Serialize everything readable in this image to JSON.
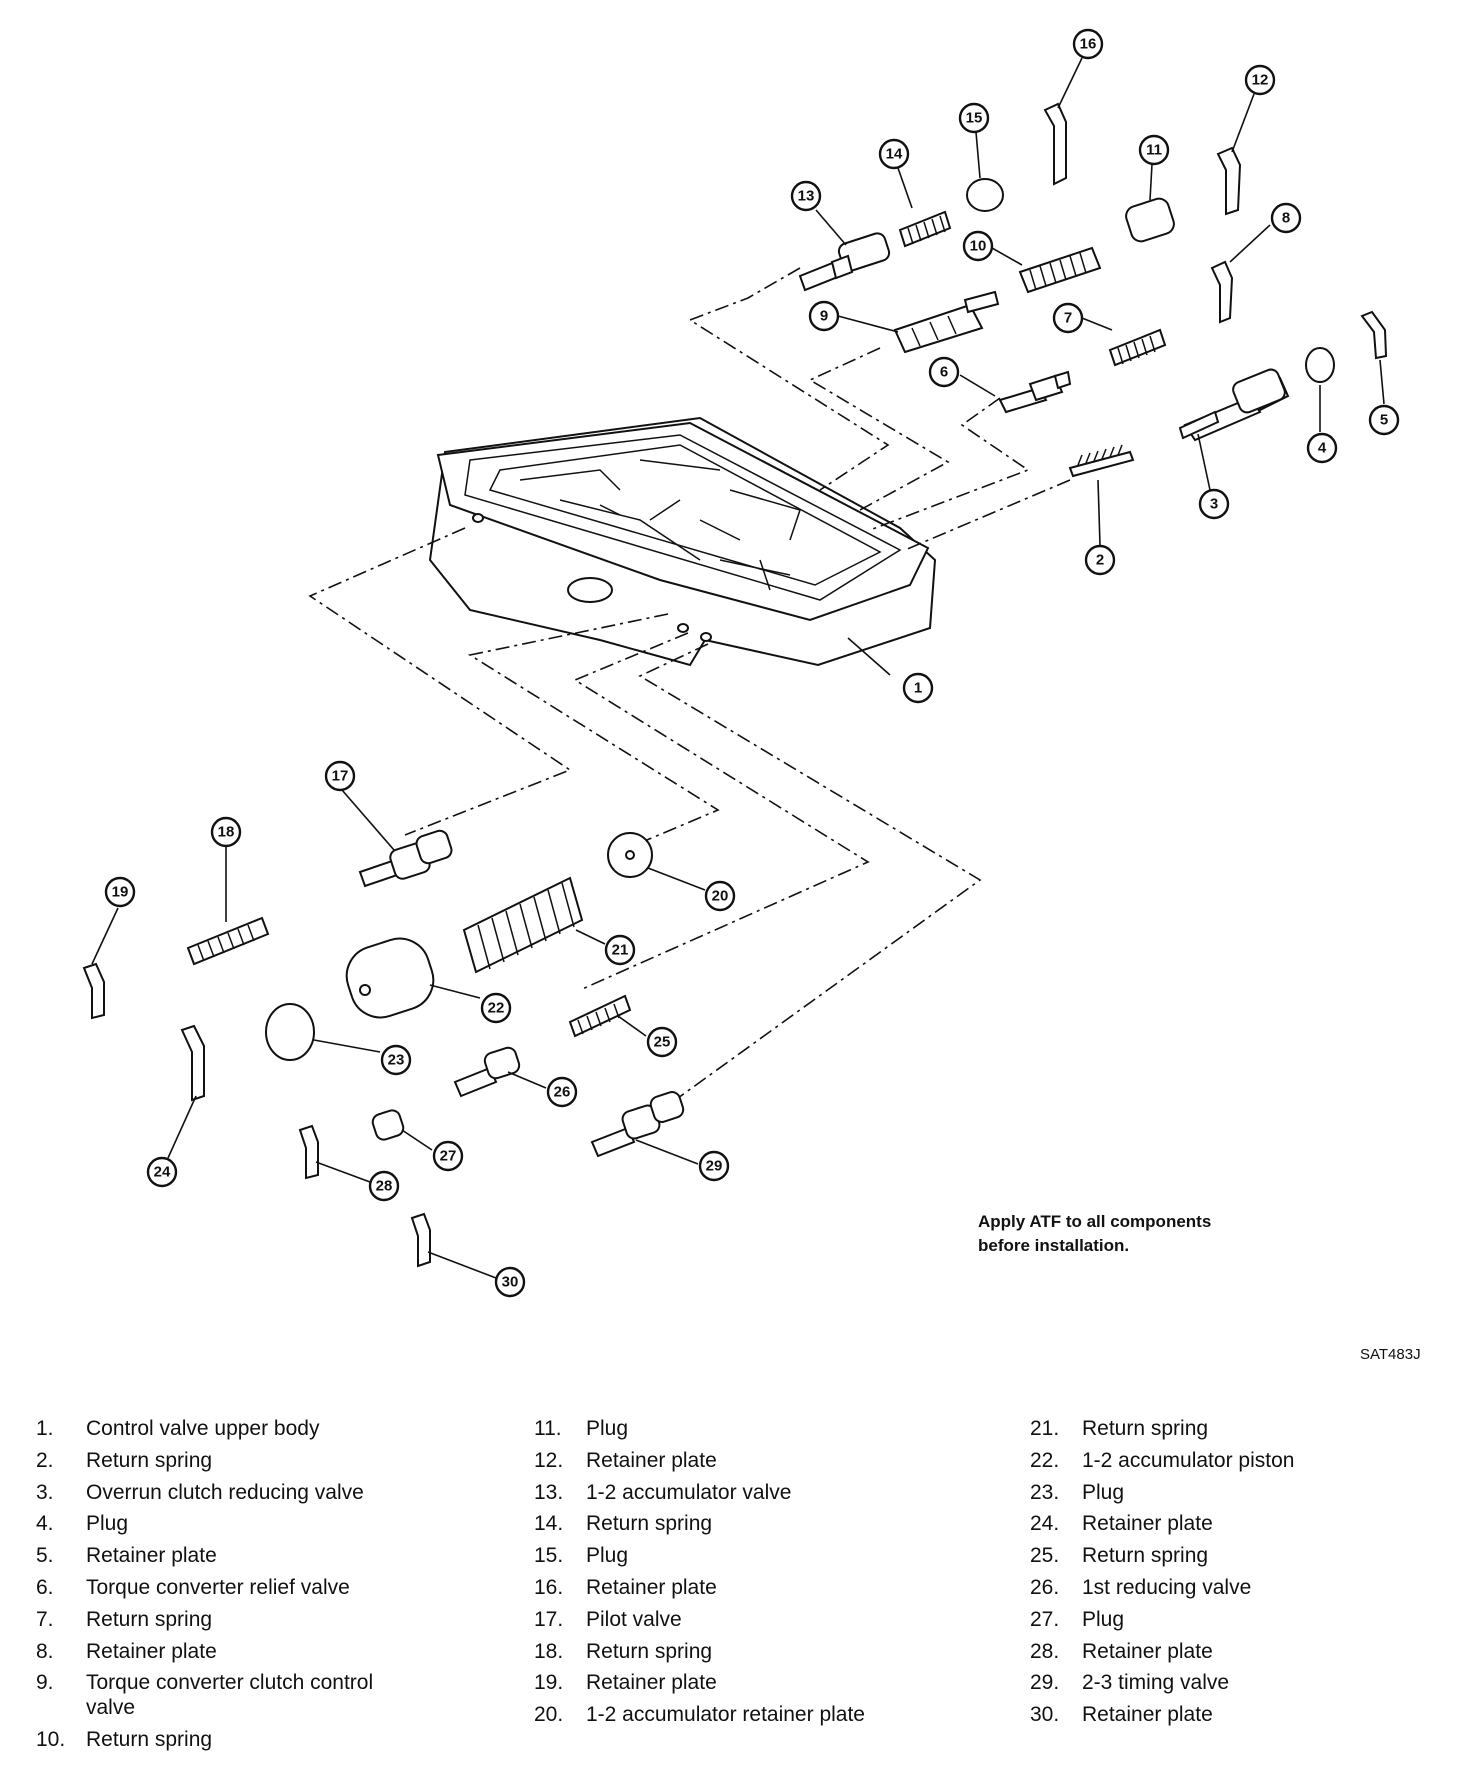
{
  "callouts": [
    {
      "n": "1"
    },
    {
      "n": "2"
    },
    {
      "n": "3"
    },
    {
      "n": "4"
    },
    {
      "n": "5"
    },
    {
      "n": "6"
    },
    {
      "n": "7"
    },
    {
      "n": "8"
    },
    {
      "n": "9"
    },
    {
      "n": "10"
    },
    {
      "n": "11"
    },
    {
      "n": "12"
    },
    {
      "n": "13"
    },
    {
      "n": "14"
    },
    {
      "n": "15"
    },
    {
      "n": "16"
    },
    {
      "n": "17"
    },
    {
      "n": "18"
    },
    {
      "n": "19"
    },
    {
      "n": "20"
    },
    {
      "n": "21"
    },
    {
      "n": "22"
    },
    {
      "n": "23"
    },
    {
      "n": "24"
    },
    {
      "n": "25"
    },
    {
      "n": "26"
    },
    {
      "n": "27"
    },
    {
      "n": "28"
    },
    {
      "n": "29"
    },
    {
      "n": "30"
    }
  ],
  "note": {
    "line1": "Apply ATF to all components",
    "line2": "before installation."
  },
  "figure_code": "SAT483J",
  "legend": {
    "col1": [
      {
        "num": "1.",
        "text": "Control valve upper body"
      },
      {
        "num": "2.",
        "text": "Return spring"
      },
      {
        "num": "3.",
        "text": "Overrun clutch reducing valve"
      },
      {
        "num": "4.",
        "text": "Plug"
      },
      {
        "num": "5.",
        "text": "Retainer plate"
      },
      {
        "num": "6.",
        "text": "Torque converter relief valve"
      },
      {
        "num": "7.",
        "text": "Return spring"
      },
      {
        "num": "8.",
        "text": "Retainer plate"
      },
      {
        "num": "9.",
        "text": "Torque converter clutch control valve"
      },
      {
        "num": "10.",
        "text": "Return spring"
      }
    ],
    "col2": [
      {
        "num": "11.",
        "text": "Plug"
      },
      {
        "num": "12.",
        "text": "Retainer plate"
      },
      {
        "num": "13.",
        "text": "1-2 accumulator valve"
      },
      {
        "num": "14.",
        "text": "Return spring"
      },
      {
        "num": "15.",
        "text": "Plug"
      },
      {
        "num": "16.",
        "text": "Retainer plate"
      },
      {
        "num": "17.",
        "text": "Pilot valve"
      },
      {
        "num": "18.",
        "text": "Return spring"
      },
      {
        "num": "19.",
        "text": "Retainer plate"
      },
      {
        "num": "20.",
        "text": "1-2 accumulator retainer plate"
      }
    ],
    "col3": [
      {
        "num": "21.",
        "text": "Return spring"
      },
      {
        "num": "22.",
        "text": "1-2 accumulator piston"
      },
      {
        "num": "23.",
        "text": "Plug"
      },
      {
        "num": "24.",
        "text": "Retainer plate"
      },
      {
        "num": "25.",
        "text": "Return spring"
      },
      {
        "num": "26.",
        "text": "1st reducing valve"
      },
      {
        "num": "27.",
        "text": "Plug"
      },
      {
        "num": "28.",
        "text": "Retainer plate"
      },
      {
        "num": "29.",
        "text": "2-3 timing valve"
      },
      {
        "num": "30.",
        "text": "Retainer plate"
      }
    ]
  }
}
